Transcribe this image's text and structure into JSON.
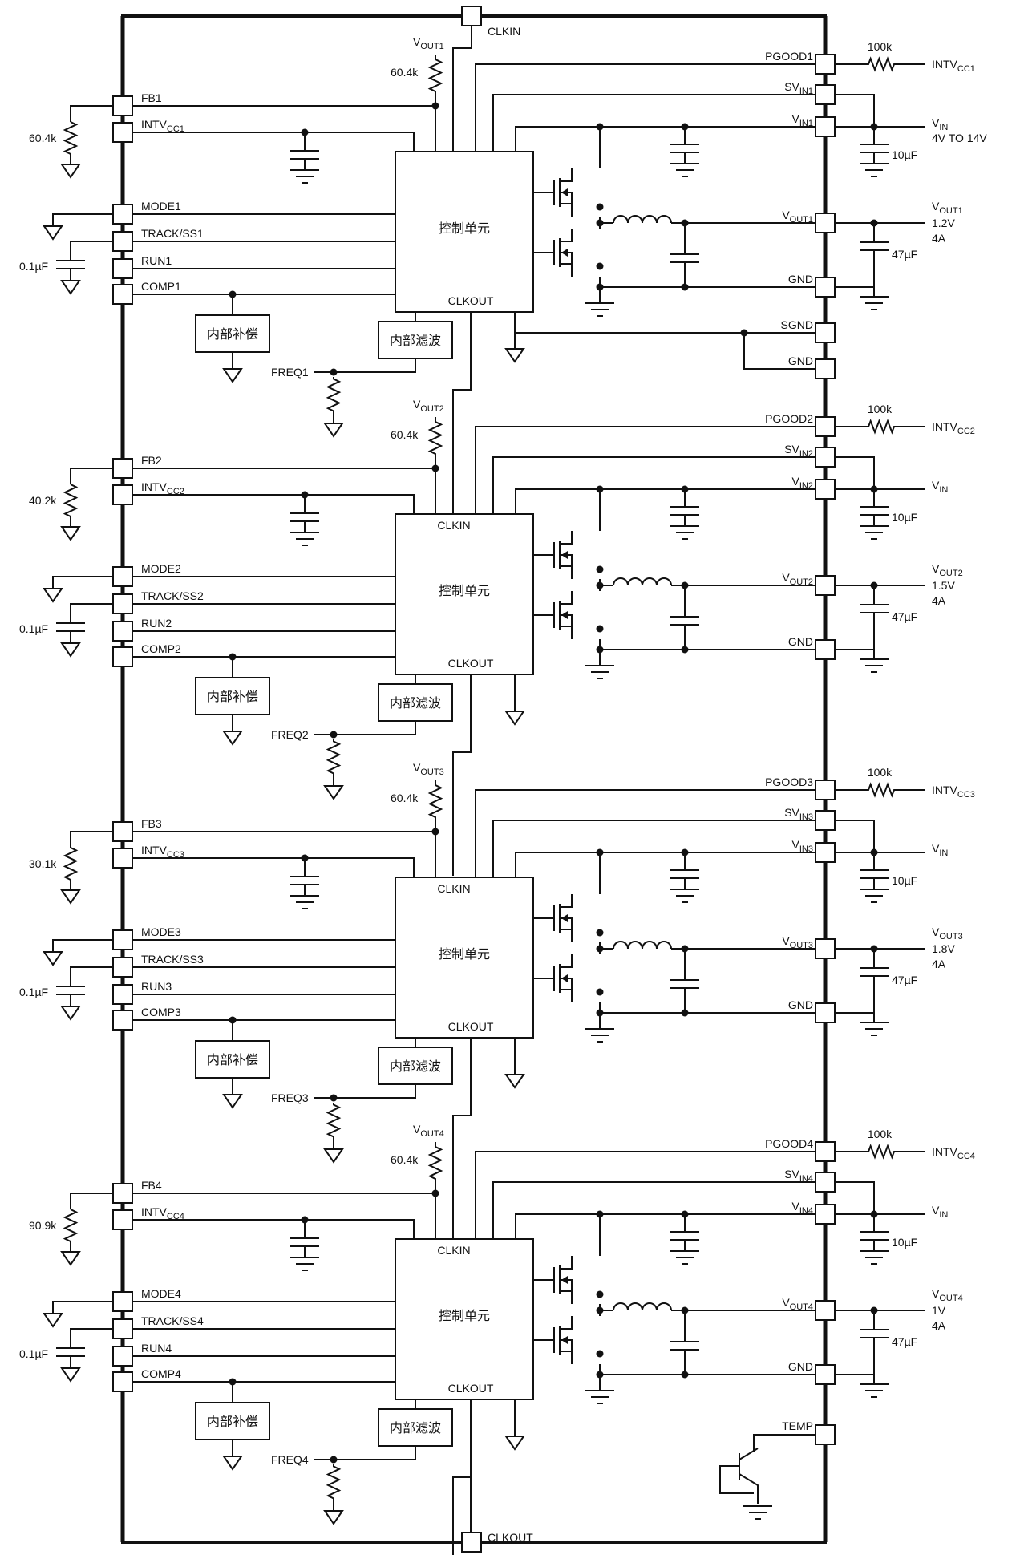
{
  "top": {
    "clkin_label": "CLKIN",
    "clkout_label": "CLKOUT"
  },
  "block_labels": {
    "control": "控制单元",
    "comp": "内部补偿",
    "filter": "内部滤波",
    "clkin": "CLKIN",
    "clkout": "CLKOUT"
  },
  "shared": {
    "pull_up": "100k",
    "cin": "10µF",
    "cout": "47µF",
    "css": "0.1µF",
    "rtop": "60.4k",
    "sgnd": "SGND",
    "gnd": "GND",
    "temp": "TEMP"
  },
  "channels": [
    {
      "n": "1",
      "vout_sub": "OUT1",
      "rfb": "60.4k",
      "mode": "MODE1",
      "track": "TRACK/SS1",
      "run": "RUN1",
      "comp": "COMP1",
      "freq": "FREQ1",
      "fb": "FB1",
      "intv_sub": "CC1",
      "pgood": "PGOOD1",
      "svin_sub": "IN1",
      "vin_sub": "IN1",
      "vin_ext": "V",
      "vin_ext_sub": "IN",
      "vin_range": "4V TO 14V",
      "vout_voltage": "1.2V",
      "vout_current": "4A",
      "intv_ext_sub": "CC1"
    },
    {
      "n": "2",
      "vout_sub": "OUT2",
      "rfb": "40.2k",
      "mode": "MODE2",
      "track": "TRACK/SS2",
      "run": "RUN2",
      "comp": "COMP2",
      "freq": "FREQ2",
      "fb": "FB2",
      "intv_sub": "CC2",
      "pgood": "PGOOD2",
      "svin_sub": "IN2",
      "vin_sub": "IN2",
      "vin_ext": "V",
      "vin_ext_sub": "IN",
      "vin_range": "",
      "vout_voltage": "1.5V",
      "vout_current": "4A",
      "intv_ext_sub": "CC2"
    },
    {
      "n": "3",
      "vout_sub": "OUT3",
      "rfb": "30.1k",
      "mode": "MODE3",
      "track": "TRACK/SS3",
      "run": "RUN3",
      "comp": "COMP3",
      "freq": "FREQ3",
      "fb": "FB3",
      "intv_sub": "CC3",
      "pgood": "PGOOD3",
      "svin_sub": "IN3",
      "vin_sub": "IN3",
      "vin_ext": "V",
      "vin_ext_sub": "IN",
      "vin_range": "",
      "vout_voltage": "1.8V",
      "vout_current": "4A",
      "intv_ext_sub": "CC3"
    },
    {
      "n": "4",
      "vout_sub": "OUT4",
      "rfb": "90.9k",
      "mode": "MODE4",
      "track": "TRACK/SS4",
      "run": "RUN4",
      "comp": "COMP4",
      "freq": "FREQ4",
      "fb": "FB4",
      "intv_sub": "CC4",
      "pgood": "PGOOD4",
      "svin_sub": "IN4",
      "vin_sub": "IN4",
      "vin_ext": "V",
      "vin_ext_sub": "IN",
      "vin_range": "",
      "vout_voltage": "1V",
      "vout_current": "4A",
      "intv_ext_sub": "CC4"
    }
  ]
}
